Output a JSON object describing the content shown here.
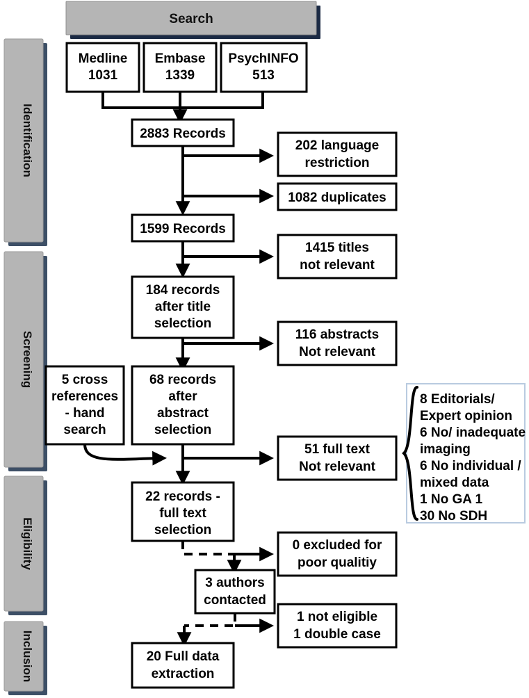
{
  "header": {
    "title": "Search"
  },
  "phases": [
    {
      "label": "Identification"
    },
    {
      "label": "Screening"
    },
    {
      "label": "Eligibility"
    },
    {
      "label": "Inclusion"
    }
  ],
  "sources": [
    {
      "name": "Medline",
      "count": "1031"
    },
    {
      "name": "Embase",
      "count": "1339"
    },
    {
      "name": "PsychINFO",
      "count": "513"
    }
  ],
  "flow": {
    "records_total": "2883 Records",
    "records_after_dedup": "1599 Records",
    "after_title": [
      "184 records",
      "after title",
      "selection"
    ],
    "after_abstract": [
      "68 records",
      "after",
      "abstract",
      "selection"
    ],
    "cross_references": [
      "5 cross",
      "references",
      "- hand",
      "search"
    ],
    "full_text_selection": [
      "22 records -",
      "full text",
      "selection"
    ],
    "authors_contacted": [
      "3 authors",
      "contacted"
    ],
    "final_extraction": [
      "20 Full data",
      "extraction"
    ]
  },
  "exclusions": {
    "language": [
      "202 language",
      "restriction"
    ],
    "duplicates": [
      "1082 duplicates"
    ],
    "titles": [
      "1415 titles",
      "not relevant"
    ],
    "abstracts": [
      "116 abstracts",
      "Not relevant"
    ],
    "fulltext": [
      "51 full  text",
      "Not relevant"
    ],
    "poor_quality": [
      "0 excluded for",
      "poor qualitiy"
    ],
    "not_eligible": [
      "1 not eligible",
      "1 double case"
    ]
  },
  "exclusion_reasons": [
    "8 Editorials/",
    "   Expert opinion",
    "6 No/ inadequate",
    "   imaging",
    "6 No individual /",
    "   mixed data",
    "1 No GA 1",
    "30 No SDH"
  ],
  "colors": {
    "band_fill": "#b5b5b5",
    "band_shadow": "#3d4f66",
    "header_shadow": "#1b2a44",
    "box_stroke": "#000000",
    "reasons_stroke": "#b9cbe0"
  },
  "chart_data": {
    "type": "diagram",
    "title": "PRISMA study selection flow diagram",
    "nodes": [
      {
        "id": "search",
        "label": "Search",
        "stage": "header"
      },
      {
        "id": "medline",
        "label": "Medline 1031",
        "value": 1031,
        "stage": "Identification"
      },
      {
        "id": "embase",
        "label": "Embase 1339",
        "value": 1339,
        "stage": "Identification"
      },
      {
        "id": "psychinfo",
        "label": "PsychINFO 513",
        "value": 513,
        "stage": "Identification"
      },
      {
        "id": "records2883",
        "label": "2883 Records",
        "value": 2883,
        "stage": "Identification"
      },
      {
        "id": "lang",
        "label": "202 language restriction",
        "value": 202,
        "stage": "Identification"
      },
      {
        "id": "dupes",
        "label": "1082 duplicates",
        "value": 1082,
        "stage": "Identification"
      },
      {
        "id": "records1599",
        "label": "1599 Records",
        "value": 1599,
        "stage": "Identification"
      },
      {
        "id": "titles",
        "label": "1415 titles not relevant",
        "value": 1415,
        "stage": "Screening"
      },
      {
        "id": "after_title",
        "label": "184 records after title selection",
        "value": 184,
        "stage": "Screening"
      },
      {
        "id": "abstracts",
        "label": "116 abstracts Not relevant",
        "value": 116,
        "stage": "Screening"
      },
      {
        "id": "after_abstract",
        "label": "68 records after abstract selection",
        "value": 68,
        "stage": "Screening"
      },
      {
        "id": "crossref",
        "label": "5 cross references - hand search",
        "value": 5,
        "stage": "Screening"
      },
      {
        "id": "fulltext_excl",
        "label": "51 full text Not relevant",
        "value": 51,
        "stage": "Screening"
      },
      {
        "id": "fulltext_sel",
        "label": "22 records - full text selection",
        "value": 22,
        "stage": "Eligibility"
      },
      {
        "id": "poor",
        "label": "0 excluded for poor qualitiy",
        "value": 0,
        "stage": "Eligibility"
      },
      {
        "id": "authors",
        "label": "3 authors contacted",
        "value": 3,
        "stage": "Eligibility"
      },
      {
        "id": "noteligible",
        "label": "1 not eligible 1 double case",
        "value": 2,
        "stage": "Inclusion"
      },
      {
        "id": "final",
        "label": "20 Full data extraction",
        "value": 20,
        "stage": "Inclusion"
      }
    ],
    "exclusion_breakdown": [
      {
        "reason": "Editorials/Expert opinion",
        "count": 8
      },
      {
        "reason": "No/ inadequate imaging",
        "count": 6
      },
      {
        "reason": "No individual / mixed data",
        "count": 6
      },
      {
        "reason": "No GA 1",
        "count": 1
      },
      {
        "reason": "No SDH",
        "count": 30
      }
    ]
  }
}
